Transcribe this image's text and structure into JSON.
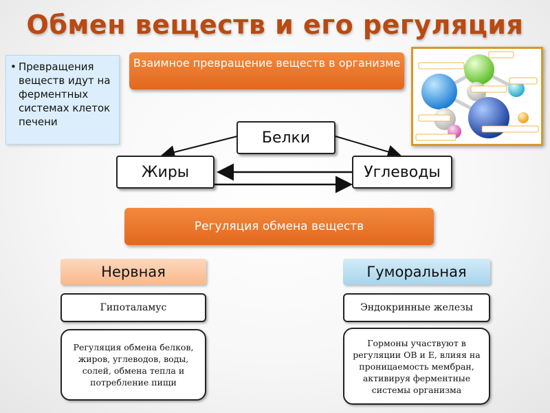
{
  "title": "Обмен веществ и его регуляция",
  "note": {
    "bullet": "•",
    "text": "Превращения веществ идут на ферментных системах клеток печени"
  },
  "top_banner": "Взаимное превращение веществ в организме",
  "substances": {
    "proteins": "Белки",
    "fats": "Жиры",
    "carbs": "Углеводы"
  },
  "regulation_banner": "Регуляция обмена веществ",
  "nervous": {
    "header": "Нервная",
    "organ": "Гипоталамус",
    "description": "Регуляция обмена белков, жиров, углеводов, воды, солей, обмена тепла и потребление пищи"
  },
  "humoral": {
    "header": "Гуморальная",
    "organ": "Эндокринные железы",
    "description": "Гормоны участвуют в регуляции ОВ и Е, влияя на проницаемость мембран, активируя ферментные системы организма"
  },
  "colors": {
    "title": "#b84a12",
    "orange": "#e8742a",
    "nervous_header": "#fbc9a7",
    "humoral_header": "#bfe0f2"
  }
}
